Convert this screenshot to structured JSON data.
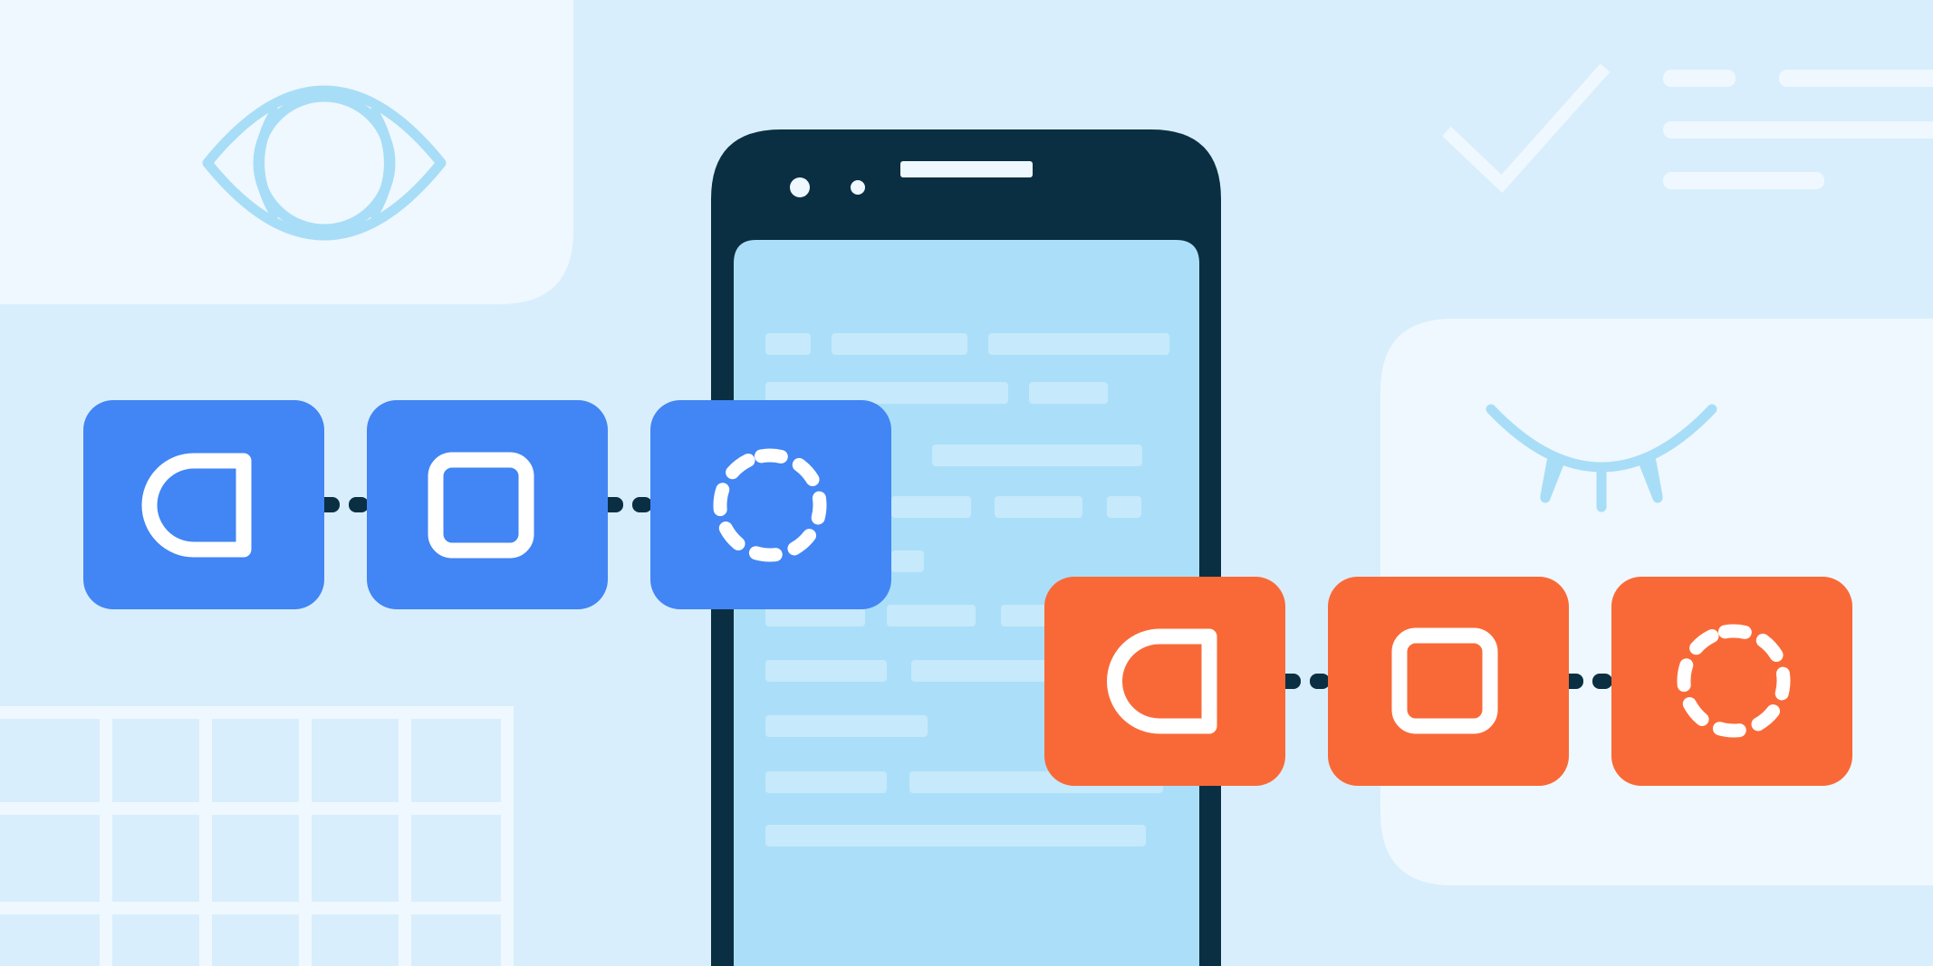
{
  "illustration": {
    "theme": "accessibility-testing",
    "colors": {
      "background": "#d9eefc",
      "panel_light": "#eff8fe",
      "phone_body": "#0b2f42",
      "phone_screen": "#abdff9",
      "screen_line": "#c6e9fb",
      "accent_icon": "#a8ddf7",
      "blue_tile": "#4285f4",
      "orange_tile": "#f96937",
      "connector": "#0b2f42",
      "white": "#ffffff"
    },
    "icons": [
      "eye-icon",
      "closed-eye-icon",
      "checkmark-icon",
      "grid-icon",
      "text-lines-icon"
    ],
    "sequences": [
      {
        "name": "blue",
        "steps": [
          "half-rounded-shape-icon",
          "rounded-square-icon",
          "dashed-circle-icon"
        ]
      },
      {
        "name": "orange",
        "steps": [
          "half-rounded-shape-icon",
          "rounded-square-icon",
          "dashed-circle-icon"
        ]
      }
    ]
  }
}
